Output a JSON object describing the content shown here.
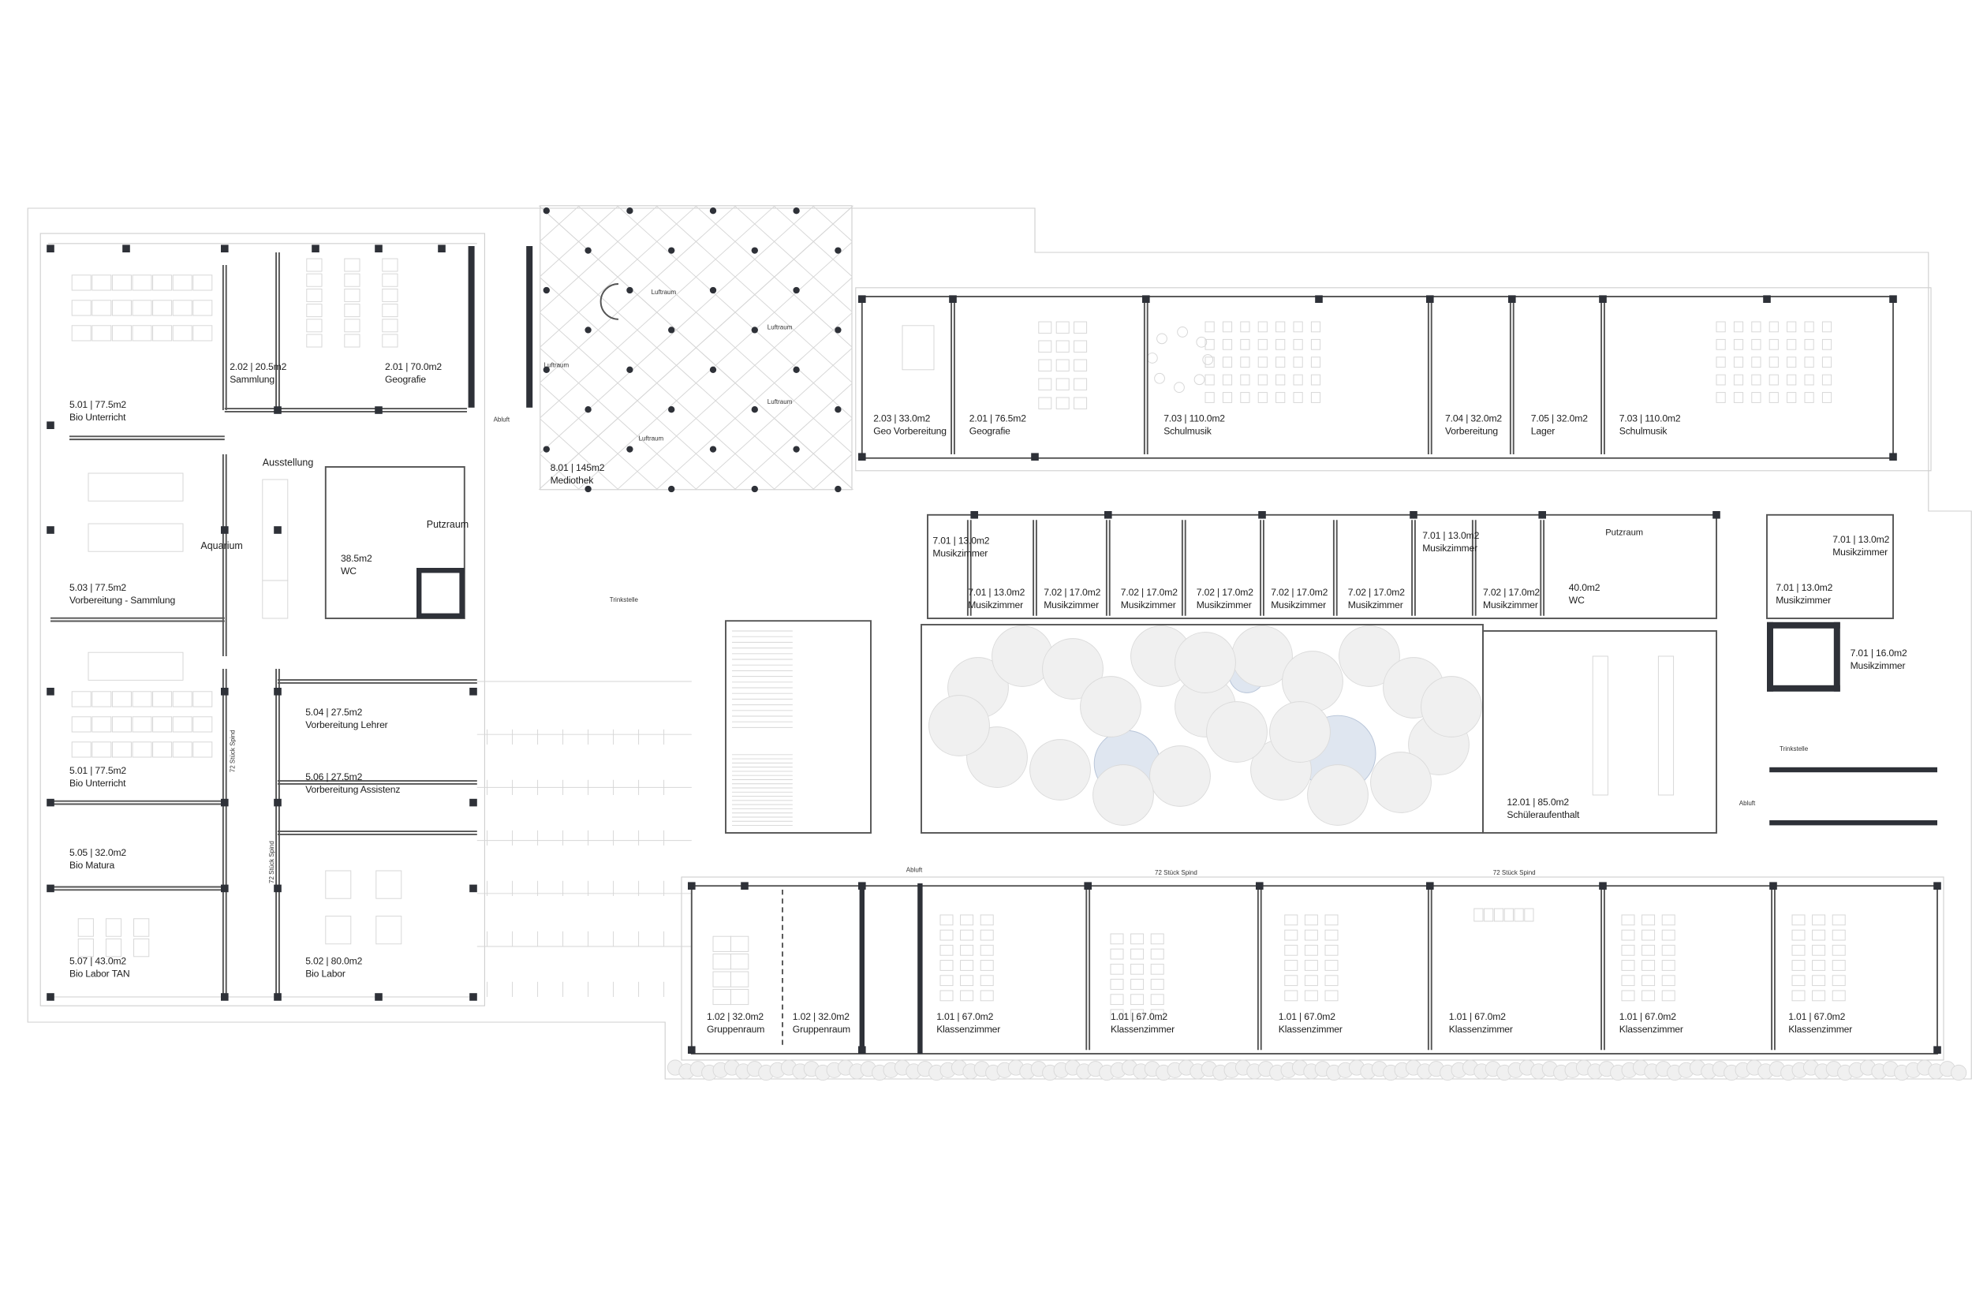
{
  "rooms": [
    {
      "number": "5.01 | 77.5m2",
      "name": "Bio Unterricht"
    },
    {
      "number": "2.02 | 20.5m2",
      "name": "Sammlung"
    },
    {
      "number": "2.01 | 70.0m2",
      "name": "Geografie"
    },
    {
      "number": "8.01 | 145m2",
      "name": "Mediothek"
    },
    {
      "number": "38.5m2",
      "name": "WC"
    },
    {
      "number": "5.03 | 77.5m2",
      "name": "Vorbereitung - Sammlung"
    },
    {
      "number": "5.04 | 27.5m2",
      "name": "Vorbereitung Lehrer"
    },
    {
      "number": "5.06 | 27.5m2",
      "name": "Vorbereitung Assistenz"
    },
    {
      "number": "5.01 | 77.5m2",
      "name": "Bio Unterricht"
    },
    {
      "number": "5.05 | 32.0m2",
      "name": "Bio Matura"
    },
    {
      "number": "5.07 | 43.0m2",
      "name": "Bio Labor TAN"
    },
    {
      "number": "5.02 | 80.0m2",
      "name": "Bio Labor"
    },
    {
      "number": "2.03 | 33.0m2",
      "name": "Geo Vorbereitung"
    },
    {
      "number": "2.01 | 76.5m2",
      "name": "Geografie"
    },
    {
      "number": "7.03 | 110.0m2",
      "name": "Schulmusik"
    },
    {
      "number": "7.04 | 32.0m2",
      "name": "Vorbereitung"
    },
    {
      "number": "7.05 | 32.0m2",
      "name": "Lager"
    },
    {
      "number": "7.03 | 110.0m2",
      "name": "Schulmusik"
    },
    {
      "number": "7.01 | 13.0m2",
      "name": "Musikzimmer"
    },
    {
      "number": "7.01 | 13.0m2",
      "name": "Musikzimmer"
    },
    {
      "number": "7.02 | 17.0m2",
      "name": "Musikzimmer"
    },
    {
      "number": "7.02 | 17.0m2",
      "name": "Musikzimmer"
    },
    {
      "number": "7.02 | 17.0m2",
      "name": "Musikzimmer"
    },
    {
      "number": "7.02 | 17.0m2",
      "name": "Musikzimmer"
    },
    {
      "number": "7.02 | 17.0m2",
      "name": "Musikzimmer"
    },
    {
      "number": "7.01 | 13.0m2",
      "name": "Musikzimmer"
    },
    {
      "number": "7.02 | 17.0m2",
      "name": "Musikzimmer"
    },
    {
      "number": "40.0m2",
      "name": "WC"
    },
    {
      "number": "7.01 | 13.0m2",
      "name": "Musikzimmer"
    },
    {
      "number": "7.01 | 13.0m2",
      "name": "Musikzimmer"
    },
    {
      "number": "7.01 | 16.0m2",
      "name": "Musikzimmer"
    },
    {
      "number": "12.01 | 85.0m2",
      "name": "Schüleraufenthalt"
    },
    {
      "number": "1.02 | 32.0m2",
      "name": "Gruppenraum"
    },
    {
      "number": "1.02 | 32.0m2",
      "name": "Gruppenraum"
    },
    {
      "number": "1.01 | 67.0m2",
      "name": "Klassenzimmer"
    },
    {
      "number": "1.01 | 67.0m2",
      "name": "Klassenzimmer"
    },
    {
      "number": "1.01 | 67.0m2",
      "name": "Klassenzimmer"
    },
    {
      "number": "1.01 | 67.0m2",
      "name": "Klassenzimmer"
    },
    {
      "number": "1.01 | 67.0m2",
      "name": "Klassenzimmer"
    },
    {
      "number": "1.01 | 67.0m2",
      "name": "Klassenzimmer"
    }
  ],
  "annotations": {
    "ausstellung": "Ausstellung",
    "aquarium": "Aquarium",
    "putzraum": "Putzraum",
    "trinkstelle": "Trinkstelle",
    "abluft": "Abluft",
    "luftraum": "Luftraum",
    "spind": "72 Stück Spind"
  },
  "colors": {
    "wall": "#2e3138",
    "line": "#c8c8c8",
    "water_fill": "#dfe6f0",
    "water_stroke": "#b7c4d8",
    "tree": "#e3e3e3"
  }
}
